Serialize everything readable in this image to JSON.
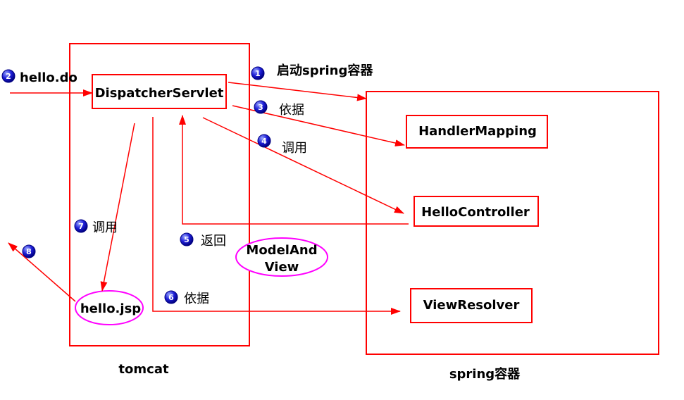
{
  "containers": {
    "tomcat_label": "tomcat",
    "spring_label": "spring容器"
  },
  "components": {
    "dispatcher": "DispatcherServlet",
    "handler_mapping": "HandlerMapping",
    "hello_controller": "HelloController",
    "view_resolver": "ViewResolver",
    "model_and_view_line1": "ModelAnd",
    "model_and_view_line2": "View",
    "hello_jsp": "hello.jsp"
  },
  "steps": [
    {
      "num": "1",
      "label": "启动spring容器"
    },
    {
      "num": "2",
      "label": "hello.do"
    },
    {
      "num": "3",
      "label": "依据"
    },
    {
      "num": "4",
      "label": "调用"
    },
    {
      "num": "5",
      "label": "返回"
    },
    {
      "num": "6",
      "label": "依据"
    },
    {
      "num": "7",
      "label": "调用"
    },
    {
      "num": "8",
      "label": ""
    }
  ],
  "colors": {
    "box_stroke": "#ff0000",
    "arrow": "#ff0000",
    "ellipse_stroke": "#ff00ff",
    "badge_fill": "#0000cc"
  }
}
